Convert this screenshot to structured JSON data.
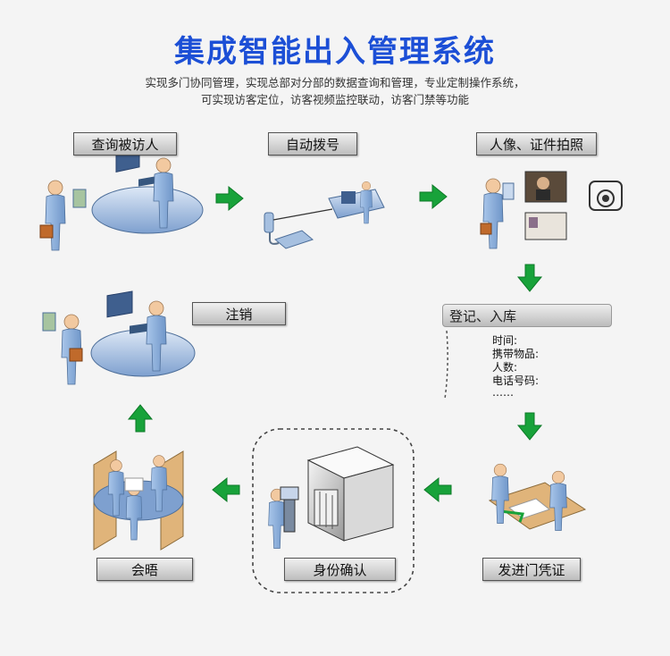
{
  "title": "集成智能出入管理系统",
  "subtitle_lines": [
    "实现多门协同管理，实现总部对分部的数据查询和管理，专业定制操作系统，",
    "可实现访客定位，访客视频监控联动，访客门禁等功能"
  ],
  "steps": {
    "query_visitee": "查询被访人",
    "auto_dial": "自动拨号",
    "capture_photo": "人像、证件拍照",
    "register": "登记、入库",
    "issue_pass": "发进门凭证",
    "identity_check": "身份确认",
    "meeting": "会晤",
    "checkout": "注销"
  },
  "register_fields": [
    "时间:",
    "携带物品:",
    "人数:",
    "电话号码:",
    "……"
  ],
  "colors": {
    "title": "#1c4fd6",
    "arrow": "#18a23a",
    "figure": "#8fb3dd",
    "background": "#f4f4f4"
  },
  "icons": [
    "green-arrow-icon",
    "person-icon",
    "briefcase-icon",
    "phone-icon",
    "camera-icon",
    "kiosk-icon",
    "guard-icon",
    "gate-icon"
  ]
}
